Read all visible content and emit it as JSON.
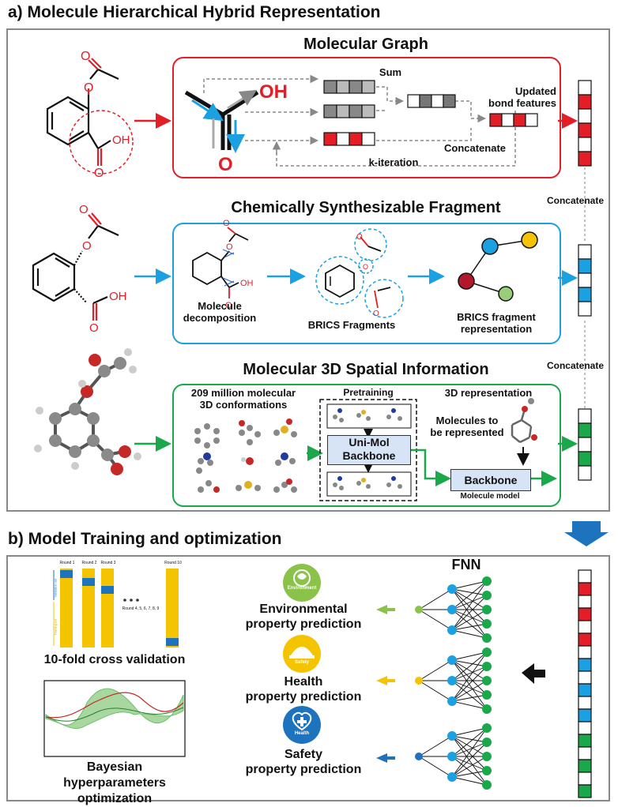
{
  "section_a": {
    "title": "a) Molecule Hierarchical Hybrid Representation",
    "graph": {
      "title": "Molecular Graph",
      "oh": "OH",
      "o": "O",
      "sum": "Sum",
      "updated": "Updated\nbond features",
      "concatenate": "Concatenate",
      "k_iteration": "k-iteration"
    },
    "fragment": {
      "title": "Chemically Synthesizable Fragment",
      "decomposition": "Molecule\ndecomposition",
      "brics_fragments": "BRICS Fragments",
      "brics_repr": "BRICS fragment\nrepresentation"
    },
    "spatial": {
      "title": "Molecular 3D Spatial Information",
      "conformations": "209 million molecular\n3D conformations",
      "pretraining": "Pretraining",
      "unimol": "Uni-Mol\nBackbone",
      "repr_3d": "3D representation",
      "to_be": "Molecules to\nbe represented",
      "backbone": "Backbone",
      "molecule_model": "Molecule  model"
    },
    "concat1": "Concatenate",
    "concat2": "Concatenate",
    "molecule_labels": {
      "oh": "OH",
      "o": "O"
    }
  },
  "section_b": {
    "title": "b) Model Training and optimization",
    "rounds": [
      "Round 1",
      "Round 2",
      "Round 3",
      "Round 10"
    ],
    "rounds_mid": "Round 4, 5, 6, 7, 8, 9",
    "validation_set": "Validation set",
    "training_set": "Training set",
    "cv": "10-fold cross validation",
    "bayes": "Bayesian\nhyperparameters\noptimization",
    "env_icon": "Environment",
    "safety_icon": "Safety",
    "health_icon": "Health",
    "env": "Environmental\nproperty prediction",
    "health": "Health\nproperty prediction",
    "safety": "Safety\nproperty prediction",
    "fnn": "FNN"
  },
  "colors": {
    "red": "#e41e26",
    "blue": "#1ba1e2",
    "green": "#1aa84a",
    "gold": "#f5c400",
    "arrow_blue": "#1e73be"
  }
}
